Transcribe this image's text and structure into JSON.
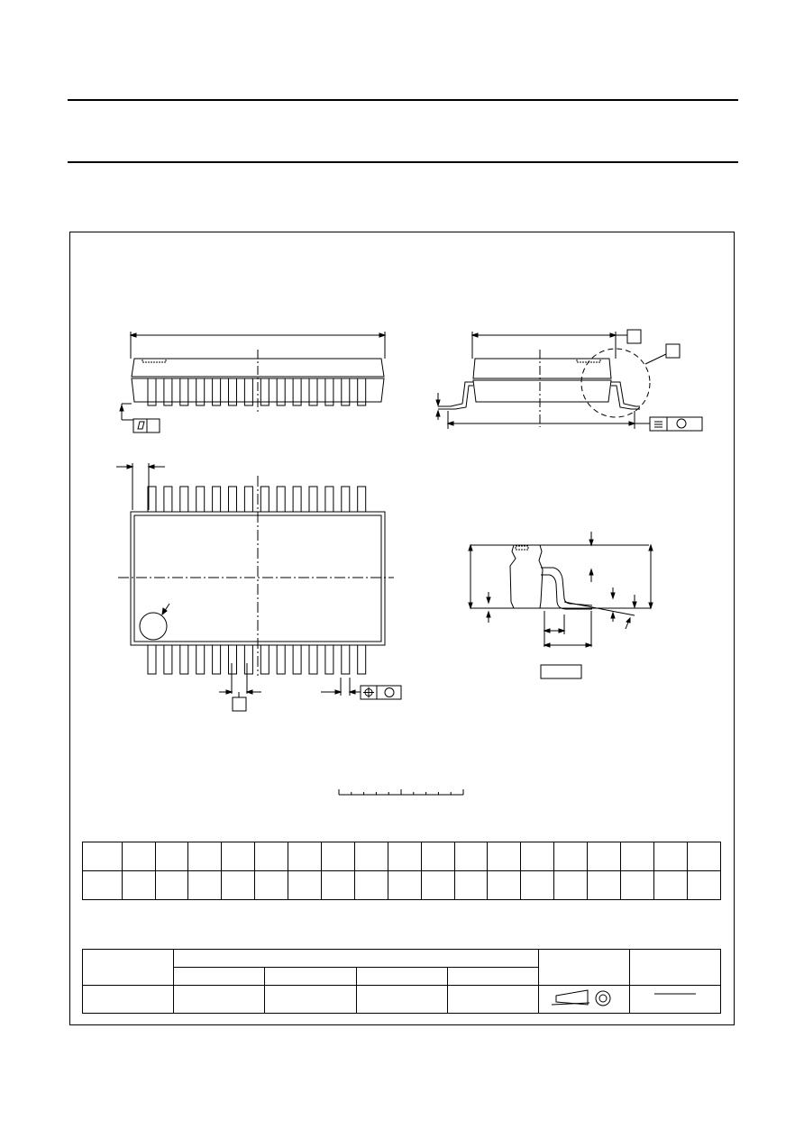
{
  "page": {
    "background": "#ffffff",
    "line_color": "#000000"
  },
  "dimension_table": {
    "columns": 19,
    "rows": 2
  },
  "outline_table": {
    "structure": "version / references / projection / issue date"
  },
  "icons": {
    "flatness": "flatness-symbol-icon",
    "parallelism": "parallelism-symbol-icon",
    "position": "position-symbol-icon",
    "projection": "first-angle-projection-icon"
  }
}
